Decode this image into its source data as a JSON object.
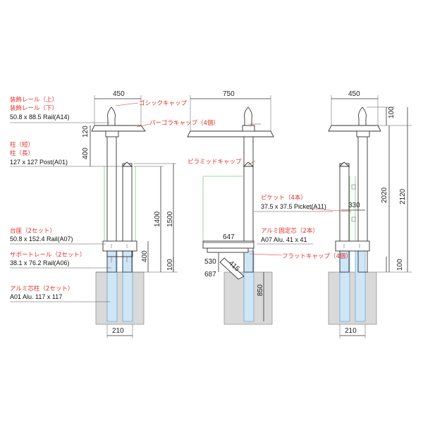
{
  "labels": {
    "top_rail_upper": "装飾レール（上）",
    "top_rail_lower": "装飾レール（下）",
    "top_rail_spec": "50.8 x 88.5 Rail(A14)",
    "gothic_cap": "ゴシックキャップ",
    "pergola_cap": "パーゴラキャップ（4個）",
    "post_short": "柱（短）",
    "post_long": "柱（長）",
    "post_spec": "127 x 127 Post(A01)",
    "pyramid_cap": "ピラミッドキャップ",
    "picket": "ピケット（4本）",
    "picket_spec": "37.5 x 37.5 Picket(A11)",
    "base": "台座（2セット）",
    "base_spec": "50.8 x 152.4 Rail(A07)",
    "alu_fix": "アルミ固定芯（2本）",
    "alu_fix_spec": "A07 Alu. 41 x 41",
    "support_rail": "サポートレール（2セット）",
    "support_spec": "38.1 x 76.2 Rail(A06)",
    "flat_cap": "フラットキャップ（4個）",
    "alu_core": "アルミ芯柱（2セット）",
    "alu_core_spec": "A01 Alu. 117 x 117"
  },
  "dims": {
    "w450_left": "450",
    "w750": "750",
    "w450_right": "450",
    "d120": "120",
    "d400_top": "400",
    "d1400": "1400",
    "d1500": "1500",
    "d400_mid": "400",
    "d100_left": "100",
    "d210_left": "210",
    "d647": "647",
    "d530": "530",
    "d687": "687",
    "d415": "415",
    "d850": "850",
    "d100_top_right": "100",
    "d2020": "2020",
    "d2120": "2120",
    "d330": "330",
    "d100_right": "100",
    "d210_right": "210"
  },
  "colors": {
    "label_red": "#e0302b",
    "core_blue": "#cfe6f7",
    "ground_gray": "#d9d9d9",
    "picket_green": "#7ccf7c"
  }
}
